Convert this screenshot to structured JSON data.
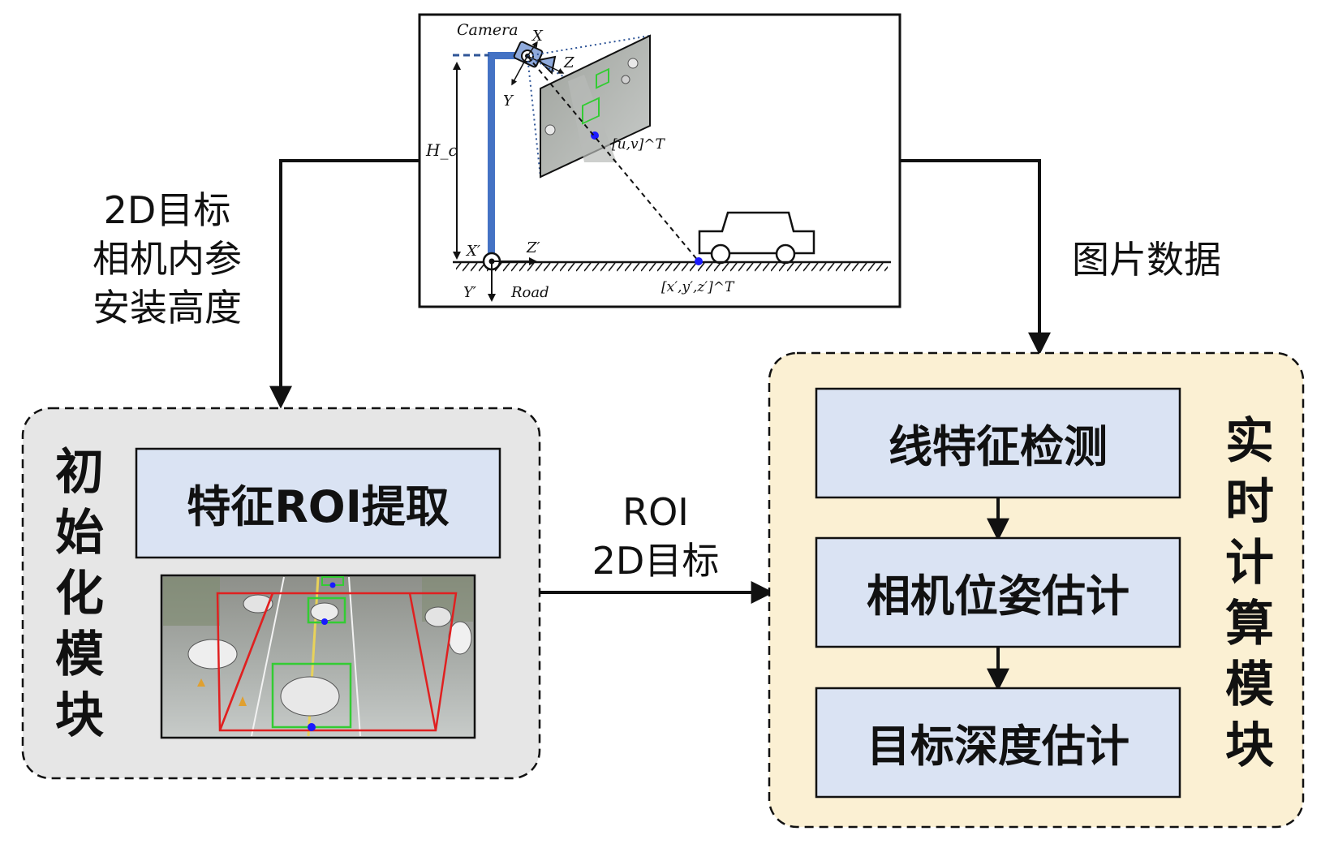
{
  "camera_diagram": {
    "camera_label": "Camera",
    "axis_x": "X",
    "axis_y": "Y",
    "axis_z": "Z",
    "height_label": "H_c",
    "pixel_label": "[u,v]^T",
    "world_x": "X′",
    "world_y": "Y′",
    "world_z": "Z′",
    "road_label": "Road",
    "point_label": "[x′,y′,z′]^T"
  },
  "left_edge_label": [
    "2D目标",
    "相机内参",
    "安装高度"
  ],
  "right_edge_label": "图片数据",
  "middle_edge_label": [
    "ROI",
    "2D目标"
  ],
  "init_module": {
    "title": "初始化模块",
    "title_chars": [
      "初",
      "始",
      "化",
      "模",
      "块"
    ],
    "box_label": "特征ROI提取"
  },
  "realtime_module": {
    "title": "实时计算模块",
    "title_chars": [
      "实",
      "时",
      "计",
      "算",
      "模",
      "块"
    ],
    "steps": [
      "线特征检测",
      "相机位姿估计",
      "目标深度估计"
    ]
  },
  "colors": {
    "init_bg": "#e6e6e6",
    "realtime_bg": "#fbf0d3",
    "step_box": "#dae3f3",
    "pole": "#4472c4",
    "roi_red": "#e02020",
    "bbox_green": "#33cc33",
    "point_blue": "#1a1aff"
  }
}
